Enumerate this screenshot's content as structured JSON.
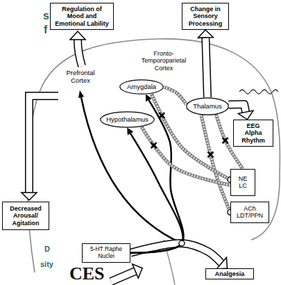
{
  "diagram": {
    "nodes": [
      {
        "text": [
          "Regulation of Mood and Emotional Lability"
        ]
      },
      {
        "text": [
          "Change in Sensory Processing"
        ]
      },
      {
        "text": [
          "Amygdala"
        ]
      },
      {
        "text": [
          "Thalamus"
        ]
      },
      {
        "text": [
          "Hypothalamus"
        ]
      },
      {
        "text": [
          "EEG Alpha Rhythm"
        ]
      },
      {
        "text": [
          "NE LC"
        ]
      },
      {
        "text": [
          "ACh LDT/PPN"
        ]
      },
      {
        "text": [
          "Decreased Arousal/ Agitation"
        ]
      },
      {
        "text": [
          "5-HT Raphe Nuclei"
        ]
      },
      {
        "text": [
          "Analgesia"
        ]
      }
    ],
    "edges": [
      {
        "from": 9,
        "to": 2,
        "arrow": "to"
      },
      {
        "from": 9,
        "to": 4,
        "arrow": "to"
      },
      {
        "from": 9,
        "to": 10,
        "arrow": "to"
      },
      {
        "from": 6,
        "to": 3,
        "arrow": "none"
      },
      {
        "from": 7,
        "to": 3,
        "arrow": "none"
      },
      {
        "from": 6,
        "to": 2,
        "arrow": "none"
      },
      {
        "from": 6,
        "to": 4,
        "arrow": "none"
      },
      {
        "from": 2,
        "to": 3,
        "arrow": "none"
      },
      {
        "from": 3,
        "to": 1,
        "arrow": "to"
      },
      {
        "from": 3,
        "to": 5,
        "arrow": "to"
      }
    ],
    "labels": [
      "s",
      "f",
      "Fronto- Temporoparietal Cortex",
      "Prefrontal Cortex",
      "D",
      "sity",
      "CES"
    ]
  }
}
